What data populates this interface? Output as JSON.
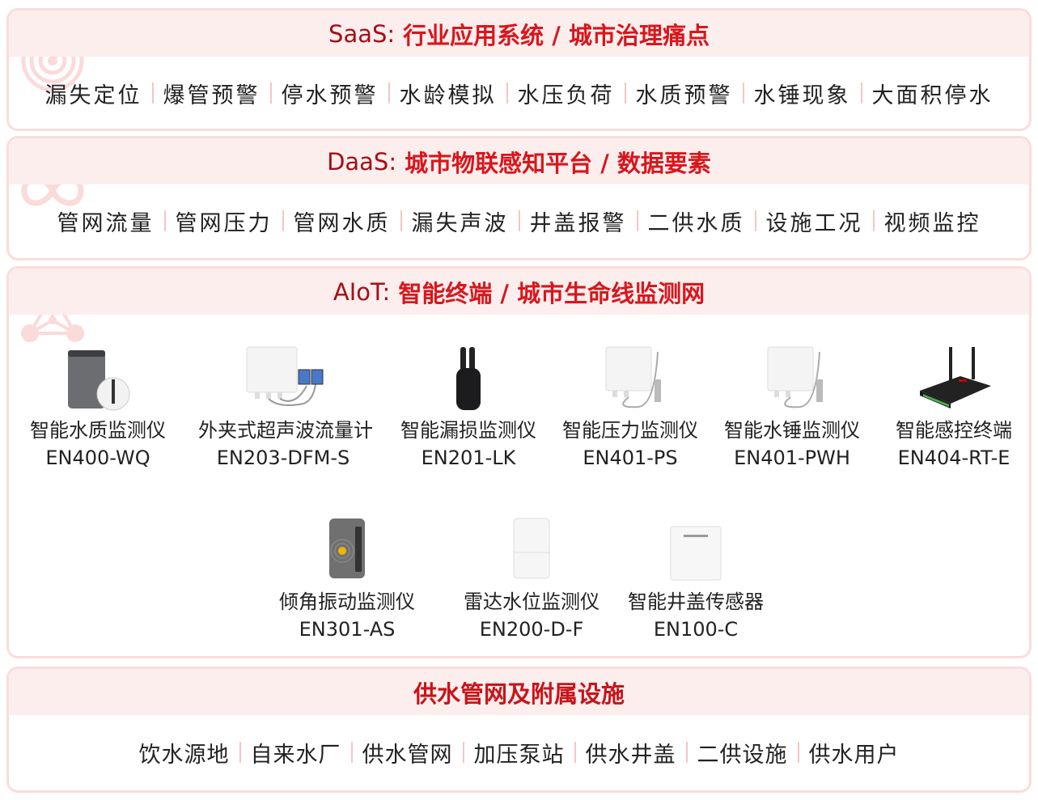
{
  "colors": {
    "title_red": "#d9161c",
    "title_dark_red": "#a40f14",
    "header_bg": "#fdeeee",
    "border": "#fbdcdc",
    "separator": "#f6c5c5"
  },
  "saas": {
    "prefix": "SaaS:",
    "title": "行业应用系统 / 城市治理痛点",
    "icon": "radar-icon",
    "tags": [
      "漏失定位",
      "爆管预警",
      "停水预警",
      "水龄模拟",
      "水压负荷",
      "水质预警",
      "水锤现象",
      "大面积停水"
    ]
  },
  "daas": {
    "prefix": "DaaS:",
    "title": "城市物联感知平台 / 数据要素",
    "icon": "infinity-icon",
    "tags": [
      "管网流量",
      "管网压力",
      "管网水质",
      "漏失声波",
      "井盖报警",
      "二供水质",
      "设施工况",
      "视频监控"
    ]
  },
  "aiot": {
    "prefix": "AIoT:",
    "title": "智能终端 / 城市生命线监测网",
    "icon": "network-icon",
    "products": [
      {
        "name": "智能水质监测仪",
        "model": "EN400-WQ",
        "image": "water-quality-monitor"
      },
      {
        "name": "外夹式超声波流量计",
        "model": "EN203-DFM-S",
        "image": "ultrasonic-flowmeter"
      },
      {
        "name": "智能漏损监测仪",
        "model": "EN201-LK",
        "image": "leak-monitor"
      },
      {
        "name": "智能压力监测仪",
        "model": "EN401-PS",
        "image": "pressure-monitor"
      },
      {
        "name": "智能水锤监测仪",
        "model": "EN401-PWH",
        "image": "water-hammer-monitor"
      },
      {
        "name": "智能感控终端",
        "model": "EN404-RT-E",
        "image": "control-terminal"
      },
      {
        "name": "倾角振动监测仪",
        "model": "EN301-AS",
        "image": "tilt-vibration-monitor"
      },
      {
        "name": "雷达水位监测仪",
        "model": "EN200-D-F",
        "image": "radar-level-monitor"
      },
      {
        "name": "智能井盖传感器",
        "model": "EN100-C",
        "image": "manhole-sensor"
      }
    ]
  },
  "infra": {
    "title": "供水管网及附属设施",
    "tags": [
      "饮水源地",
      "自来水厂",
      "供水管网",
      "加压泵站",
      "供水井盖",
      "二供设施",
      "供水用户"
    ]
  }
}
